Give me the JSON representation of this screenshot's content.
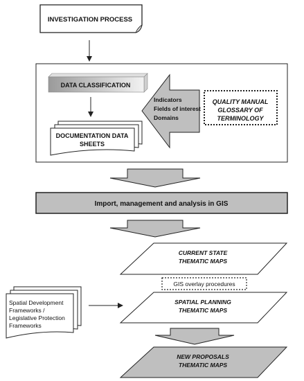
{
  "start": {
    "label": "INVESTIGATION PROCESS"
  },
  "data_panel": {
    "classification": "DATA CLASSIFICATION",
    "documentation": [
      "DOCUMENTATION DATA",
      "SHEETS"
    ],
    "arrow_terms": [
      "Indicators",
      "Fields of interest",
      "Domains"
    ],
    "quality_manual": [
      "QUALITY MANUAL",
      "GLOSSARY OF",
      "TERMINOLOGY"
    ]
  },
  "gis_bar": {
    "label": "Import, management and analysis in GIS"
  },
  "maps": {
    "current_state": [
      "CURRENT STATE",
      "THEMATIC MAPS"
    ],
    "overlay": "GIS overlay procedures",
    "spatial_planning": [
      "SPATIAL PLANNING",
      "THEMATIC MAPS"
    ],
    "new_proposals": [
      "NEW PROPOSALS",
      "THEMATIC MAPS"
    ]
  },
  "frameworks": {
    "lines": [
      "Spatial Development",
      "Frameworks /",
      "Legislative Protection",
      "Frameworks"
    ]
  },
  "colors": {
    "gray_fill": "#bfbfbf",
    "gray_dark": "#a6a6a6",
    "stroke": "#222222"
  }
}
